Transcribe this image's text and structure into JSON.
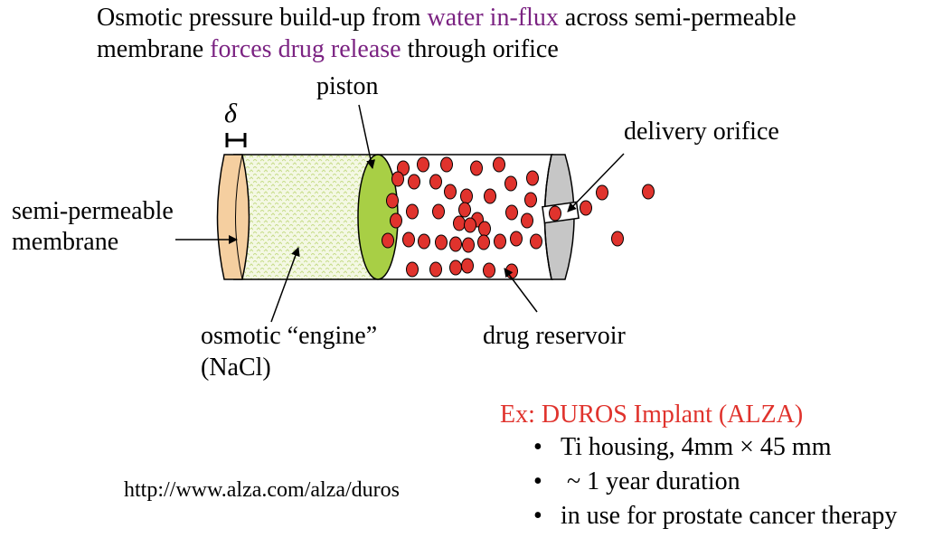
{
  "headline": {
    "part1": "Osmotic pressure build-up from ",
    "highlight1": "water in-flux",
    "part2": " across semi-permeable",
    "part3": "membrane ",
    "highlight2": "forces drug release",
    "part4": " through orifice"
  },
  "labels": {
    "piston": "piston",
    "delta": "δ",
    "delivery_orifice": "delivery orifice",
    "semi_permeable_line1": "semi-permeable",
    "semi_permeable_line2": "membrane",
    "osmotic_engine_line1": "osmotic “engine”",
    "osmotic_engine_line2": "(NaCl)",
    "drug_reservoir": "drug reservoir"
  },
  "url": "http://www.alza.com/alza/duros",
  "example": {
    "title": "Ex: DUROS Implant (ALZA)",
    "bullets": [
      "Ti housing, 4mm × 45 mm",
      " ~ 1 year duration",
      "in use for prostate cancer therapy"
    ]
  },
  "colors": {
    "highlight": "#7b2382",
    "example_title": "#e0332d",
    "membrane": "#f5cfa0",
    "engine": "#eef5d6",
    "piston": "#a8cf45",
    "drug": "#e0332d",
    "cap": "#c6c6c6"
  }
}
